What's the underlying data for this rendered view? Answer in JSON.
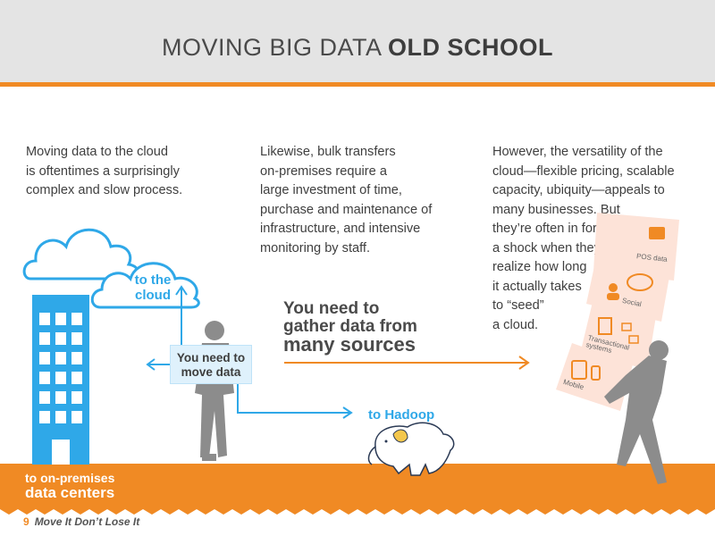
{
  "header": {
    "title_regular": "MOVING BIG DATA ",
    "title_bold": "OLD SCHOOL"
  },
  "columns": {
    "left": [
      "Moving data to the cloud",
      "is oftentimes a surprisingly",
      "complex and slow process."
    ],
    "middle": [
      "Likewise, bulk transfers",
      "on-premises require a",
      "large investment of time,",
      "purchase and maintenance of",
      "infrastructure, and intensive",
      "monitoring by staff."
    ],
    "right": [
      "However, the versatility of the",
      "cloud—flexible pricing, scalable",
      "capacity, ubiquity—appeals to",
      "many businesses. But",
      "they’re often in for",
      "a shock when they",
      "realize how long",
      "it actually takes",
      "to “seed”",
      "a cloud."
    ]
  },
  "illustration": {
    "to_the_cloud": [
      "to the",
      "cloud"
    ],
    "sign": [
      "You need to",
      "move data"
    ],
    "gather": [
      "You need to",
      "gather data from"
    ],
    "gather_big": "many sources",
    "to_hadoop": "to Hadoop",
    "on_premises": [
      "to on-premises",
      "data centers"
    ],
    "stack_labels": [
      "POS data",
      "Social",
      "Transactional systems",
      "Mobile"
    ]
  },
  "colors": {
    "orange": "#f08a24",
    "blue": "#2fa8e8",
    "gray_figure": "#8c8c8c",
    "header_bg": "#e4e4e4"
  },
  "footer": {
    "page_number": "9",
    "text": "Move It Don’t Lose It"
  }
}
